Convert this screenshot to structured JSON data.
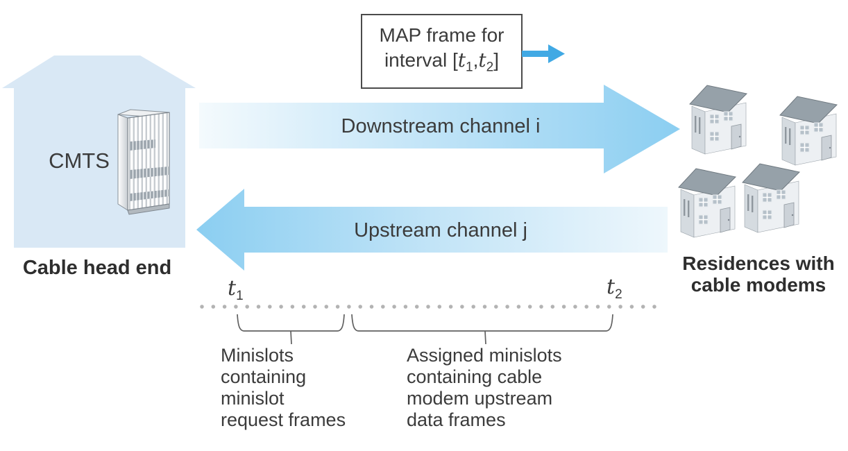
{
  "figure": {
    "description": "Cable access network with CMTS head end, downstream/upstream channels and minislot timeline"
  },
  "head_end": {
    "cmts_label": "CMTS",
    "caption": "Cable head end"
  },
  "map_box": {
    "line1": "MAP frame for",
    "line2": {
      "prefix": "interval [",
      "t1": "t",
      "t1_sub": "1",
      "comma": ",",
      "t2": "t",
      "t2_sub": "2",
      "suffix": "]"
    }
  },
  "downstream": {
    "label": "Downstream channel i"
  },
  "upstream": {
    "label": "Upstream channel j"
  },
  "residences": {
    "caption_line1": "Residences with",
    "caption_line2": "cable modems"
  },
  "timeline": {
    "t1": {
      "base": "t",
      "sub": "1"
    },
    "t2": {
      "base": "t",
      "sub": "2"
    }
  },
  "annotations": {
    "request": {
      "lines": [
        "Minislots",
        "containing",
        "minislot",
        "request frames"
      ]
    },
    "assigned": {
      "lines": [
        "Assigned minislots",
        "containing cable",
        "modem upstream",
        "data frames"
      ]
    }
  },
  "colors": {
    "house_fill": "#d9e8f5",
    "arrow_blue_strong": "#8bcef1",
    "arrow_blue_faint": "#f2f9fd",
    "map_arrow_blue": "#41a9e4",
    "roof_gray": "#96a1a9",
    "dot_gray": "#b3b3b3",
    "text_dark": "#3b3b3b",
    "box_border": "#4b4b4b"
  }
}
